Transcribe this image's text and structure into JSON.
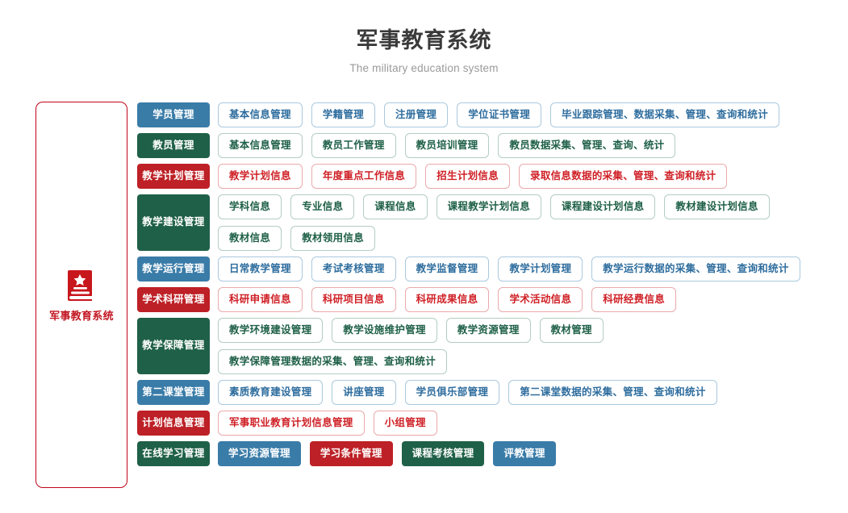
{
  "header": {
    "title": "军事教育系统",
    "subtitle": "The military education system"
  },
  "sidebar": {
    "icon": "book-star-icon",
    "label": "军事教育系统",
    "border_color": "#c00418",
    "label_color": "#c31622"
  },
  "palette": {
    "blue": "#3a7ca8",
    "green": "#1f6048",
    "red": "#bd2026",
    "blue_border": "#a9c9de",
    "green_border": "#b3cdc2",
    "red_border": "#eaa9ac",
    "blue_text": "#2e6d9e",
    "green_text": "#1f6048",
    "red_text": "#cf2026"
  },
  "rows": [
    {
      "category": "学员管理",
      "color": "blue",
      "filled_items": false,
      "items": [
        "基本信息管理",
        "学籍管理",
        "注册管理",
        "学位证书管理",
        "毕业跟踪管理、数据采集、管理、查询和统计"
      ]
    },
    {
      "category": "教员管理",
      "color": "green",
      "filled_items": false,
      "items": [
        "基本信息管理",
        "教员工作管理",
        "教员培训管理",
        "教员数据采集、管理、查询、统计"
      ]
    },
    {
      "category": "教学计划管理",
      "color": "red",
      "filled_items": false,
      "items": [
        "教学计划信息",
        "年度重点工作信息",
        "招生计划信息",
        "录取信息数据的采集、管理、查询和统计"
      ]
    },
    {
      "category": "教学建设管理",
      "color": "green",
      "filled_items": false,
      "items": [
        "学科信息",
        "专业信息",
        "课程信息",
        "课程教学计划信息",
        "课程建设计划信息",
        "教材建设计划信息",
        "教材信息",
        "教材领用信息"
      ]
    },
    {
      "category": "教学运行管理",
      "color": "blue",
      "filled_items": false,
      "items": [
        "日常教学管理",
        "考试考核管理",
        "教学监督管理",
        "教学计划管理",
        "教学运行数据的采集、管理、查询和统计"
      ]
    },
    {
      "category": "学术科研管理",
      "color": "red",
      "filled_items": false,
      "items": [
        "科研申请信息",
        "科研项目信息",
        "科研成果信息",
        "学术活动信息",
        "科研经费信息"
      ]
    },
    {
      "category": "教学保障管理",
      "color": "green",
      "filled_items": false,
      "items": [
        "教学环境建设管理",
        "教学设施维护管理",
        "教学资源管理",
        "教材管理",
        "教学保障管理数据的采集、管理、查询和统计"
      ]
    },
    {
      "category": "第二课堂管理",
      "color": "blue",
      "filled_items": false,
      "items": [
        "素质教育建设管理",
        "讲座管理",
        "学员俱乐部管理",
        "第二课堂数据的采集、管理、查询和统计"
      ]
    },
    {
      "category": "计划信息管理",
      "color": "red",
      "filled_items": false,
      "items": [
        "军事职业教育计划信息管理",
        "小组管理"
      ]
    },
    {
      "category": "在线学习管理",
      "color": "green",
      "filled_items": true,
      "items": [
        {
          "label": "学习资源管理",
          "color": "blue"
        },
        {
          "label": "学习条件管理",
          "color": "red"
        },
        {
          "label": "课程考核管理",
          "color": "green"
        },
        {
          "label": "评教管理",
          "color": "blue"
        }
      ]
    }
  ]
}
